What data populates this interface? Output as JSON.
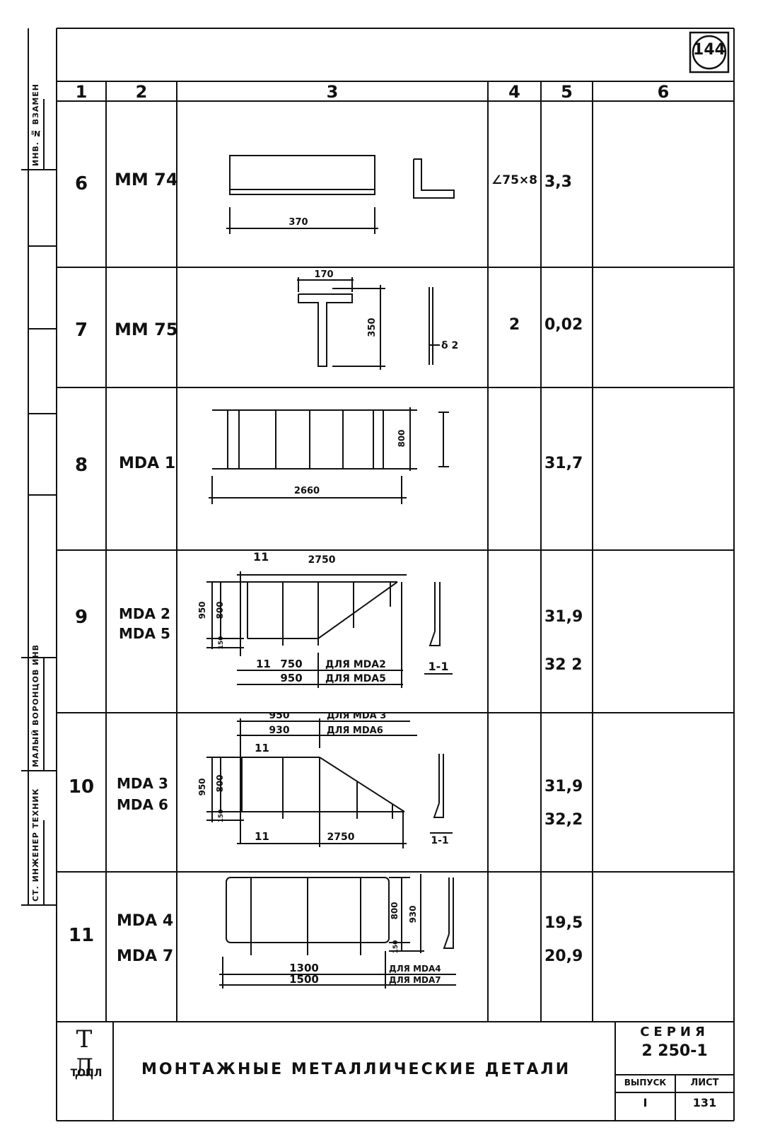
{
  "page_number": "144",
  "columns": [
    "1",
    "2",
    "3",
    "4",
    "5",
    "6"
  ],
  "rows": [
    {
      "num": "6",
      "marks": [
        "MM 74"
      ],
      "col4": "∠75×8",
      "weights": [
        "3,3"
      ]
    },
    {
      "num": "7",
      "marks": [
        "MM 75"
      ],
      "col4": "2",
      "weights": [
        "0,02"
      ]
    },
    {
      "num": "8",
      "marks": [
        "MDA 1"
      ],
      "col4": "",
      "weights": [
        "31,7"
      ]
    },
    {
      "num": "9",
      "marks": [
        "MDA 2",
        "MDA 5"
      ],
      "col4": "",
      "weights": [
        "31,9",
        "32 2"
      ]
    },
    {
      "num": "10",
      "marks": [
        "MDA 3",
        "MDA 6"
      ],
      "col4": "",
      "weights": [
        "31,9",
        "32,2"
      ]
    },
    {
      "num": "11",
      "marks": [
        "MDA 4",
        "MDA 7"
      ],
      "col4": "",
      "weights": [
        "19,5",
        "20,9"
      ]
    }
  ],
  "drawings": {
    "r6": {
      "dim_length": "370"
    },
    "r7": {
      "dim_width": "170",
      "dim_height": "350",
      "thickness": "δ 2"
    },
    "r8": {
      "dim_length": "2660",
      "dim_height": "800"
    },
    "r9": {
      "top_mark": "11",
      "dim_top": "2750",
      "dim_h1": "950",
      "dim_h2": "800",
      "dim_h3": "150",
      "dim_a": "750",
      "label_a": "ДЛЯ MDA2",
      "dim_b": "950",
      "label_b": "ДЛЯ MDA5",
      "mark_left": "11",
      "section": "1-1"
    },
    "r10": {
      "dim_a": "950",
      "label_a": "ДЛЯ MDA 3",
      "dim_b": "930",
      "label_b": "ДЛЯ MDA6",
      "top_mark": "11",
      "dim_h1": "950",
      "dim_h2": "800",
      "dim_h3": "150",
      "mark_left": "11",
      "dim_bottom": "2750",
      "section": "1-1"
    },
    "r11": {
      "dim_h1": "800",
      "dim_h2": "930",
      "dim_h3": "150",
      "dim_a": "1300",
      "label_a": "ДЛЯ MDA4",
      "dim_b": "1500",
      "label_b": "ДЛЯ MDA7"
    }
  },
  "margin_labels": {
    "top": "ИНВ. №  ВЗАМЕН",
    "mid": "МАЛЫЙ ВОРОНЦОВ ИНВ",
    "bottom": "СТ. ИНЖЕНЕР  ТЕХНИК"
  },
  "title_block": {
    "logo": "Т Д",
    "logo_sub": "ТОПЛ",
    "title": "МОНТАЖНЫЕ   МЕТАЛЛИЧЕСКИЕ   ДЕТАЛИ",
    "series_label": "СЕРИЯ",
    "series_value": "2 250-1",
    "issue_label": "ВЫПУСК",
    "issue_value": "I",
    "sheet_label": "ЛИСТ",
    "sheet_value": "131"
  }
}
